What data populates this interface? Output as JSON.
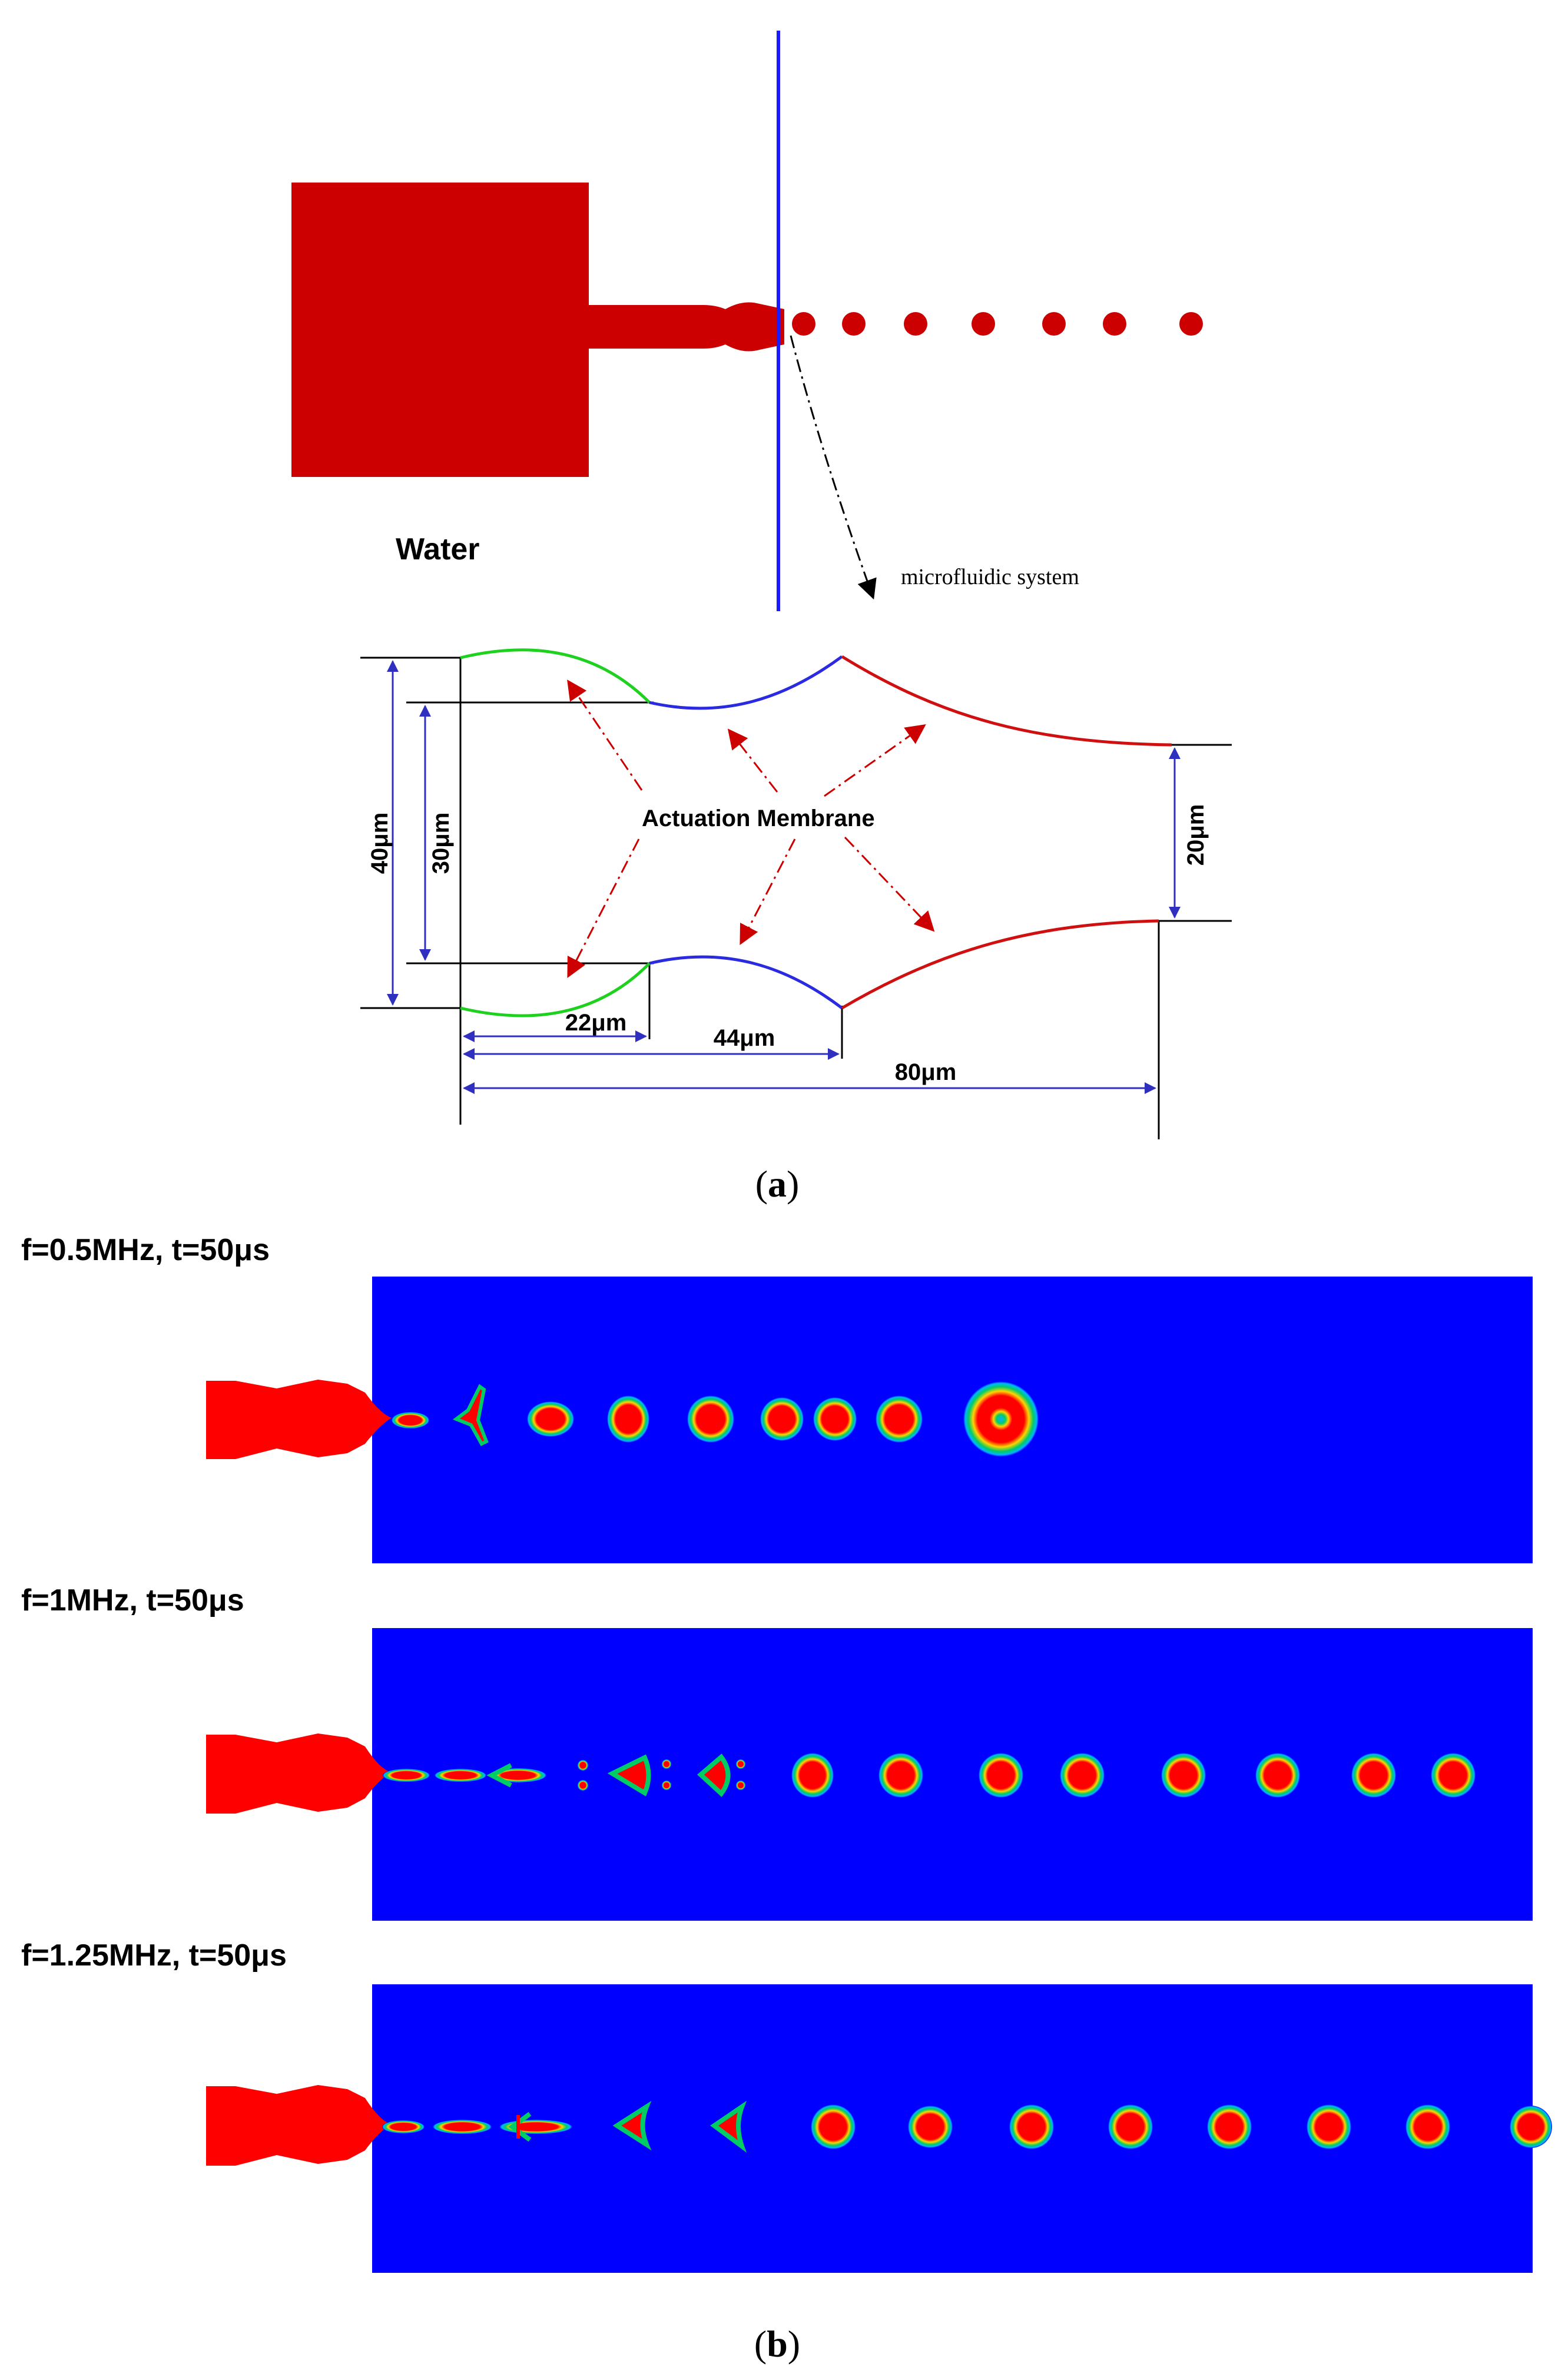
{
  "colors": {
    "water": "#cc0000",
    "divider": "#1a1aff",
    "membrane_inlet": "#1fd11f",
    "membrane_middle": "#2a2ae0",
    "membrane_outlet": "#d01010",
    "arrow_red": "#cc0000",
    "dimension_line": "#3030c0",
    "sim_background": "#0000ff",
    "droplet_core": "#ff0000",
    "droplet_edge_yellow": "#ffd400",
    "droplet_edge_green": "#00cc66",
    "droplet_edge_cyan": "#00b4ff"
  },
  "panel_a": {
    "water_label": "Water",
    "system_label": "microfluidic system",
    "membrane_label": "Actuation Membrane",
    "dimensions": {
      "height_outer": "40μm",
      "height_inner": "30μm",
      "height_outlet": "20μm",
      "len_first": "22μm",
      "len_second": "44μm",
      "len_total": "80μm"
    },
    "caption": {
      "open": "(",
      "letter": "a",
      "close": ")"
    }
  },
  "panel_b": {
    "simulations": [
      {
        "label": "f=0.5MHz, t=50μs"
      },
      {
        "label": "f=1MHz, t=50μs"
      },
      {
        "label": "f=1.25MHz, t=50μs"
      }
    ],
    "caption": {
      "open": "(",
      "letter": "b",
      "close": ")"
    }
  }
}
